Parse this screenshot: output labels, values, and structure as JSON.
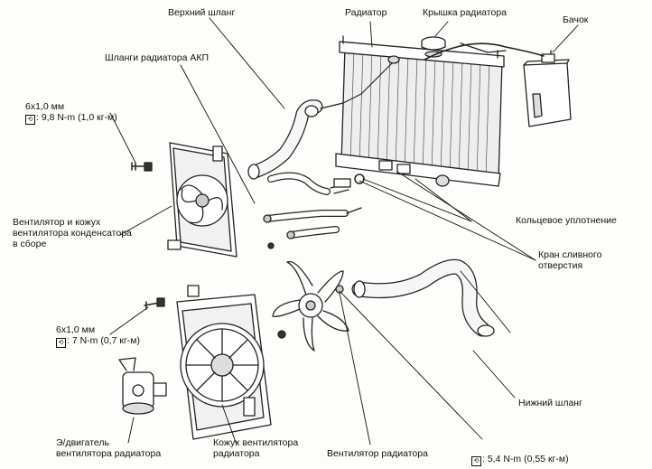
{
  "labels": {
    "upper_hose": "Верхний шланг",
    "radiator": "Радиатор",
    "radiator_cap": "Крышка радиатора",
    "reservoir": "Бачок",
    "atf_hoses": "Шланги радиатора АКП",
    "bolt_top_size": "6x1,0 мм",
    "bolt_top_torque": ": 9,8 N-m (1,0 кг-м)",
    "fan_shroud_assembly": "Вентилятор и кожух\nвентилятора конденсатора\nв сборе",
    "o_ring": "Кольцевое уплотнение",
    "drain_plug": "Кран сливного\nотверстия",
    "bolt_bottom_size": "6x1,0 мм",
    "bolt_bottom_torque": ": 7 N-m (0,7 кг-м)",
    "lower_hose": "Нижний шланг",
    "fan_motor": "Э/двигатель\nвентилятора радиатора",
    "fan_shroud": "Кожух вентилятора\nрадиатора",
    "radiator_fan": "Вентилятор радиатора",
    "nut_torque": ": 5,4 N-m (0,55 кг-м)"
  },
  "torque_icon": "torque-wrench-icon"
}
